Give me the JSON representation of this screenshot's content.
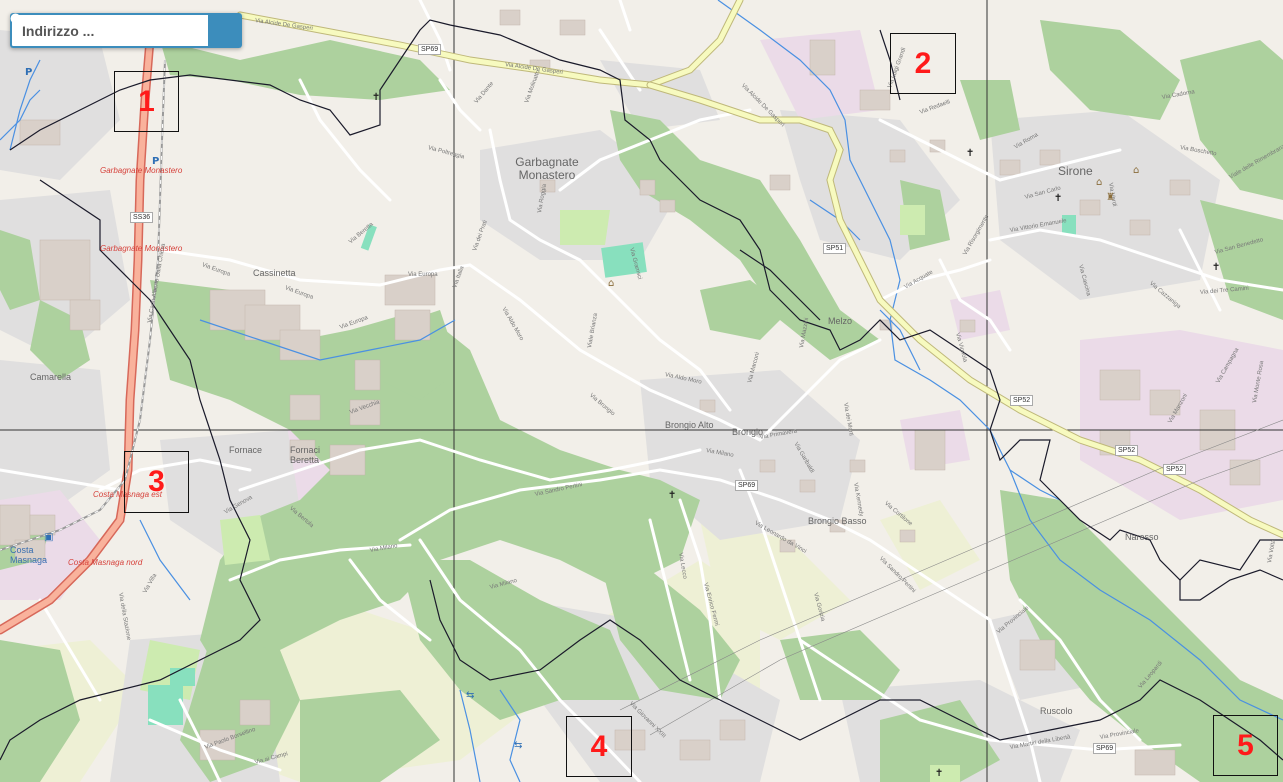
{
  "search": {
    "placeholder": "Indirizzo ...",
    "value": ""
  },
  "icons": {
    "search": "search-icon"
  },
  "markers": [
    {
      "label": "1"
    },
    {
      "label": "2"
    },
    {
      "label": "3"
    },
    {
      "label": "4"
    },
    {
      "label": "5"
    }
  ],
  "places": {
    "garbagnate": "Garbagnate Monastero",
    "sirone": "Sirone",
    "brongio": "Brongio",
    "brongio_alto": "Brongio Alto",
    "brongio_basso": "Brongio Basso",
    "fornace": "Fornace",
    "fornaci_beretta": "Fornaci Beretta",
    "camarella": "Camarella",
    "ruscolo": "Ruscolo",
    "naresso": "Naresso",
    "melzo": "Melzo",
    "cassinetta": "Cassinetta",
    "rail_garbagnate_1": "Garbagnate Monastero",
    "rail_garbagnate_2": "Garbagnate Monastero",
    "rail_costa_est": "Costa Masnaga est",
    "rail_costa_nord": "Costa Masnaga nord",
    "station_costa": "Costa Masnaga"
  },
  "streets": {
    "degasperi_1": "Via Alcide De Gasperi",
    "degasperi_2": "Via Alcide De Gasperi",
    "degasperi_3": "Via Alcide De Gasperi",
    "europa_1": "Via Europa",
    "europa_2": "Via Europa",
    "europa_3": "Via Europa",
    "europa_4": "Via Europa",
    "dante": "Via Dante",
    "molinatto": "Via Molinatto",
    "poltreggia": "Via Poltreggia",
    "sandro_pertini": "Via Sandro Pertini",
    "sandro_pertini_2": "Via Sandro Pertini",
    "aldo_moro_1": "Via Aldo Moro",
    "aldo_moro_2": "Via Aldo Moro",
    "italia": "Via Italia",
    "milano_1": "Via Milano",
    "milano_2": "Via Milano",
    "milano_3": "Via Milano",
    "beretta": "Via Beretta",
    "provinciale_1": "Via Provinciale",
    "provinciale_2": "Via Provinciale",
    "brianza": "Viale Brianza",
    "gramsci": "Via Gramsci",
    "brongio_street": "Via Brongio",
    "dei_tre_camini": "Via dei Tre Camini",
    "primavera": "Via Primavera",
    "san_benedetto": "Via San Benedetto",
    "vittorio_emanuele": "Via Vittorio Emanuele",
    "acquate": "Via Acquate",
    "roma": "Via Roma",
    "vignola": "Via Vignola",
    "paolo_borsellino": "Via Paolo Borsellino",
    "ai_campi": "Via ai Campi",
    "giovanni_xxiii": "Via Giovanni XXIII",
    "leonardo": "Via Leonardo da Vinci",
    "mazzini": "Via Mazzini",
    "luigi_grandi": "Via Luigi Grandi",
    "cadorna": "Via Cadorna",
    "boschetto": "Via Boschetto",
    "campagna": "Via Campagna",
    "cazzaniga": "Via Cazzaniga",
    "redaelli": "Via Redaelli",
    "dei_morti": "Via dei Morti",
    "villa": "Via Villa",
    "genova": "Via Genova",
    "bertola": "Via Bertola",
    "dalla_chiesa": "Via Carlo Alberto Dalla Chiesa",
    "manzoni": "Via Manzoni",
    "monte_rosa": "Via Monte Rosa",
    "leopardi": "Via Leopardi",
    "stazione": "Via della Stazione",
    "vecchia": "Via Vecchia",
    "roggia": "Via Roggia",
    "prati": "Via dei Prati",
    "cascina": "Via Cascina",
    "risorgimento": "Via Risorgimento",
    "verdi": "Via Verdi",
    "rimembranze": "Viale delle Rimembranze",
    "san_carlo": "Via San Carlo",
    "lecco": "Via Lecco",
    "gorizia": "Via Gorizia",
    "fermi": "Via Enrico Fermi",
    "marconi": "Via Marconi",
    "garibaldi": "Via Garibaldi",
    "kennedy": "Via Kennedy",
    "volta": "Via Volta",
    "martiri": "Via Martiri della Libertà",
    "cortilone": "Via Cortilone"
  },
  "shields": {
    "sp69_top": "SP69",
    "sp69_mid": "SP69",
    "sp69_bottom": "SP69",
    "sp51": "SP51",
    "sp52_1": "SP52",
    "sp52_2": "SP52",
    "sp52_3": "SP52",
    "ss36": "SS36"
  },
  "colors": {
    "land": "#f2efe9",
    "forest": "#add19e",
    "grass": "#cdebb0",
    "residential": "#e0dfdf",
    "industrial": "#ebdbe8",
    "farmland": "#eef0d5",
    "motorway": "#e892a2",
    "trunk": "#f9b29c",
    "primary": "#fcd6a4",
    "secondary": "#f7fabf",
    "building": "#d9d0c9",
    "water": "#aad3df",
    "stream": "#4a90e2",
    "marker_text": "#ff1a1a",
    "accent": "#3c8dbc"
  }
}
